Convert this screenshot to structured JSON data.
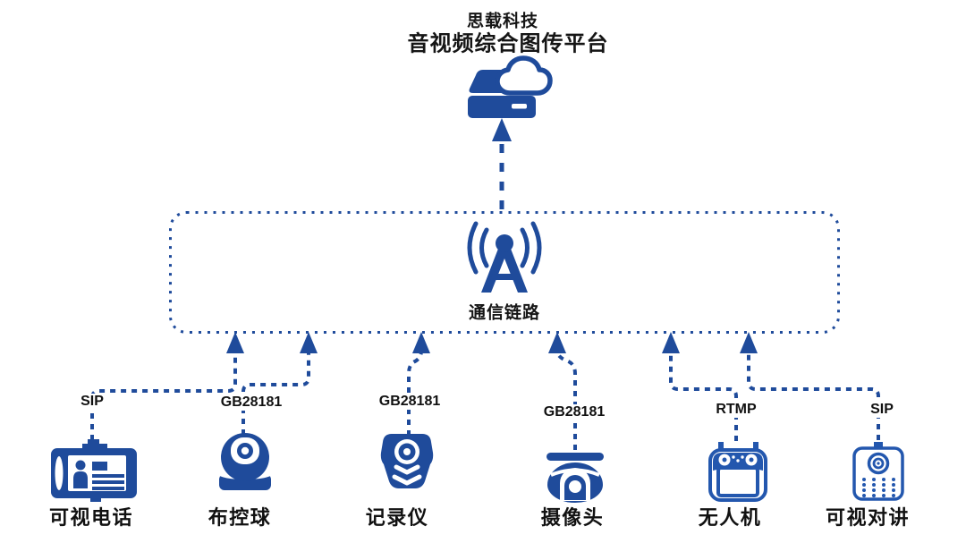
{
  "title": {
    "company": "思载科技",
    "platform": "音视频综合图传平台"
  },
  "platform_node": {
    "icon": "cloud-server-icon"
  },
  "comm_link": {
    "label": "通信链路",
    "icon": "signal-tower-icon"
  },
  "devices": [
    {
      "id": "video-phone",
      "label": "可视电话",
      "protocol": "SIP",
      "icon": "video-phone-icon"
    },
    {
      "id": "ptz-ball",
      "label": "布控球",
      "protocol": "GB28181",
      "icon": "ball-camera-icon"
    },
    {
      "id": "recorder",
      "label": "记录仪",
      "protocol": "GB28181",
      "icon": "body-camera-icon"
    },
    {
      "id": "camera",
      "label": "摄像头",
      "protocol": "GB28181",
      "icon": "dome-camera-icon"
    },
    {
      "id": "drone",
      "label": "无人机",
      "protocol": "RTMP",
      "icon": "drone-controller-icon"
    },
    {
      "id": "intercom",
      "label": "可视对讲",
      "protocol": "SIP",
      "icon": "intercom-icon"
    }
  ],
  "colors": {
    "primary_blue": "#1F4B9B",
    "outline_blue": "#2357AE",
    "text_black": "#151515",
    "background": "#FFFFFF"
  }
}
